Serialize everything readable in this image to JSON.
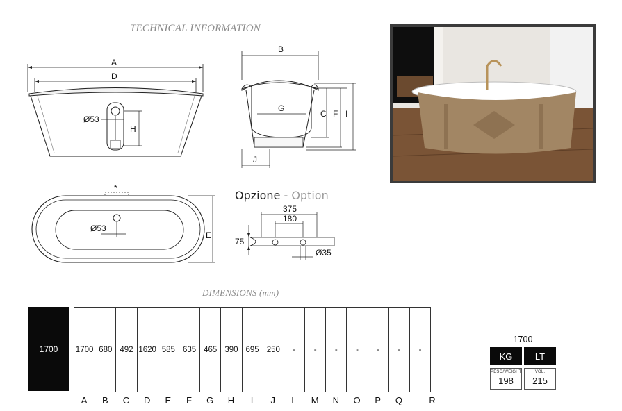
{
  "titles": {
    "technical": "TECHNICAL INFORMATION",
    "dimensions": "DIMENSIONS (mm)"
  },
  "drawings": {
    "side_view": {
      "label_a": "A",
      "label_d": "D",
      "label_diameter": "Ø53",
      "label_h": "H"
    },
    "end_view": {
      "label_b": "B",
      "label_g": "G",
      "label_c": "C",
      "label_f": "F",
      "label_i": "I",
      "label_j": "J"
    },
    "top_view": {
      "label_asterisk": "*",
      "label_diameter": "Ø53",
      "label_e": "E"
    },
    "option": {
      "title_it": "Opzione",
      "separator": " - ",
      "title_en": "Option",
      "dim_375": "375",
      "dim_180": "180",
      "dim_75": "75",
      "dim_35": "Ø35"
    }
  },
  "table": {
    "model": "1700",
    "values": [
      "1700",
      "680",
      "492",
      "1620",
      "585",
      "635",
      "465",
      "390",
      "695",
      "250",
      "-",
      "-",
      "-",
      "-",
      "-",
      "-",
      "-"
    ],
    "letters": [
      "A",
      "B",
      "C",
      "D",
      "E",
      "F",
      "G",
      "H",
      "I",
      "J",
      "L",
      "M",
      "N",
      "O",
      "P",
      "Q",
      "R"
    ]
  },
  "weight": {
    "model": "1700",
    "kg_header": "KG",
    "lt_header": "LT",
    "weight_caption": "PESO/WEIGHT",
    "weight_value": "198",
    "vol_caption": "VOL.",
    "vol_value": "215"
  },
  "colors": {
    "black": "#0a0a0a",
    "option_grey": "#9a9a9a",
    "title_grey": "#8a8a8a",
    "photo_frame": "#3b3b3b"
  }
}
